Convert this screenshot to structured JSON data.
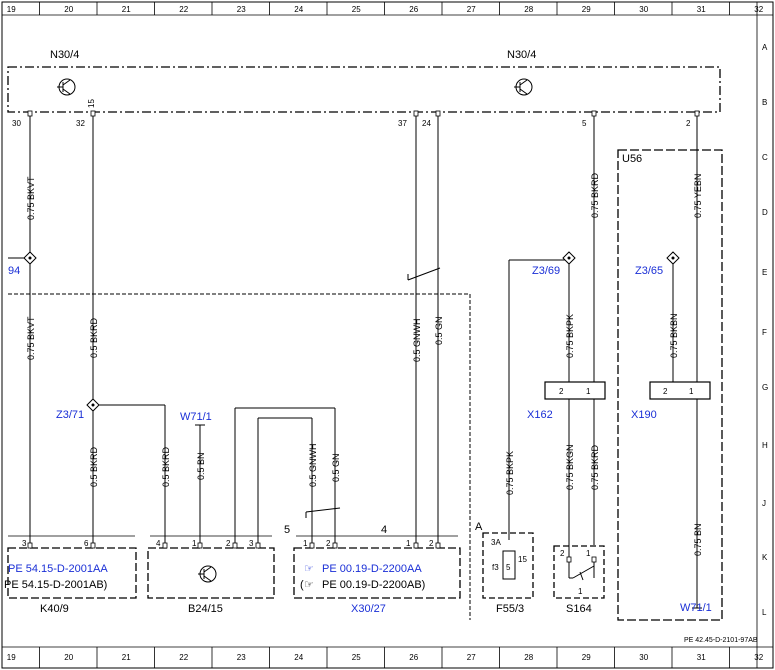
{
  "grid": {
    "columns": [
      "19",
      "20",
      "21",
      "22",
      "23",
      "24",
      "25",
      "26",
      "27",
      "28",
      "29",
      "30",
      "31",
      "32"
    ],
    "rows": [
      "A",
      "B",
      "C",
      "D",
      "E",
      "F",
      "G",
      "H",
      "J",
      "K",
      "L"
    ]
  },
  "modules": {
    "n30_left": "N30/4",
    "n30_right": "N30/4",
    "u56": "U56"
  },
  "pins_top": {
    "p30": "30",
    "p32": "32",
    "p15": "15",
    "p37": "37",
    "p24": "24",
    "p5": "5",
    "p2": "2"
  },
  "wires": {
    "w1": "0.75 BKVT",
    "w2": "0.75 BKVT",
    "w3": "0.5 BKRD",
    "w4": "0.5 BKRD",
    "w5": "0.5 BKRD",
    "w6": "0.5 BN",
    "w7": "0.5 GNWH",
    "w8": "0.5 GN",
    "w9": "0.5 GNWH",
    "w10": "0.5 GN",
    "w11": "0.75 BKRD",
    "w12": "0.75 BKPK",
    "w13": "0.75 BKGN",
    "w14": "0.75 BKRD",
    "w15": "0.75 BKPK",
    "w16": "0.75 YEBN",
    "w17": "0.75 BKBN",
    "w18": "0.75 BN"
  },
  "connectors": {
    "z94": "94",
    "z3_71": "Z3/71",
    "w71_1_top": "W71/1",
    "z3_69": "Z3/69",
    "z3_65": "Z3/65",
    "x162": "X162",
    "x190": "X190",
    "w71_1_bottom": "W71/1"
  },
  "components": {
    "k40_ref1": "PE 54.15-D-2001AA",
    "k40_ref2": "PE 54.15-D-2001AB)",
    "k40_name": "K40/9",
    "b24_name": "B24/15",
    "x30_ref1": "PE 00.19-D-2200AA",
    "x30_ref2": "PE 00.19-D-2200AB)",
    "x30_name": "X30/27",
    "f55_name": "F55/3",
    "f55_pin": "3A",
    "f55_fuse": "f3",
    "f55_rating": "15",
    "f55_num": "5",
    "s164_name": "S164",
    "s164_pin": "1",
    "group_a": "A",
    "group_5": "5",
    "group_4": "4"
  },
  "footer": "PE 42.45-D-2101-97AB"
}
